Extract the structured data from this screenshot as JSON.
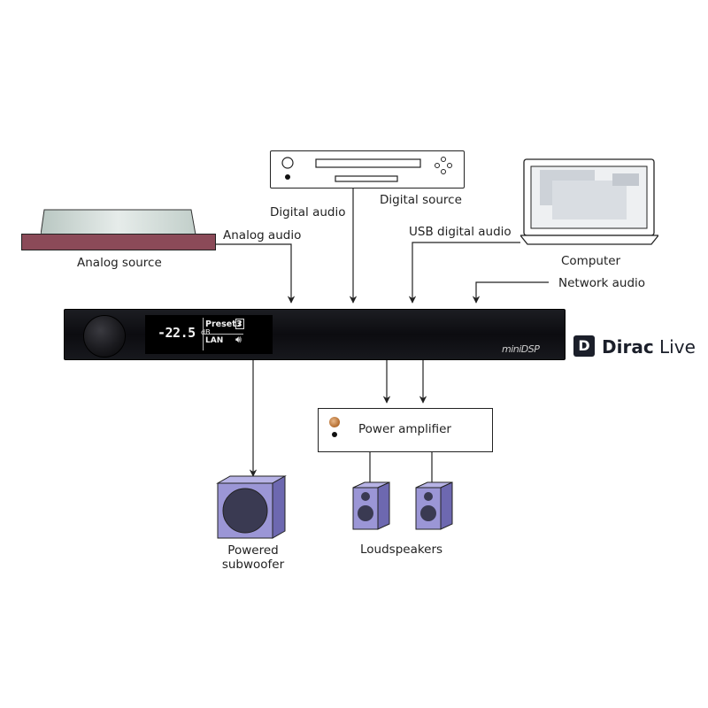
{
  "sources": {
    "analog_source_label": "Analog source",
    "digital_source_label": "Digital source",
    "computer_label": "Computer"
  },
  "signals": {
    "analog_audio": "Analog audio",
    "digital_audio": "Digital audio",
    "usb_digital_audio": "USB digital audio",
    "network_audio": "Network audio"
  },
  "processor": {
    "display_volume": "-22.5",
    "display_volume_unit": "dB",
    "display_preset": "Preset3",
    "display_preset_number": "2",
    "display_input": "LAN",
    "brand_mark": "miniDSP"
  },
  "dirac_logo": {
    "mark": "D",
    "word_bold": "Dirac",
    "word_light": "Live"
  },
  "outputs": {
    "power_amplifier_label": "Power amplifier",
    "subwoofer_label_line1": "Powered",
    "subwoofer_label_line2": "subwoofer",
    "loudspeakers_label": "Loudspeakers"
  },
  "colors": {
    "turntable_plinth": "#8b4a58",
    "speaker_purple": "#8c87c8",
    "unit_black": "#0c0c10",
    "dirac_navy": "#1b1f2a"
  }
}
